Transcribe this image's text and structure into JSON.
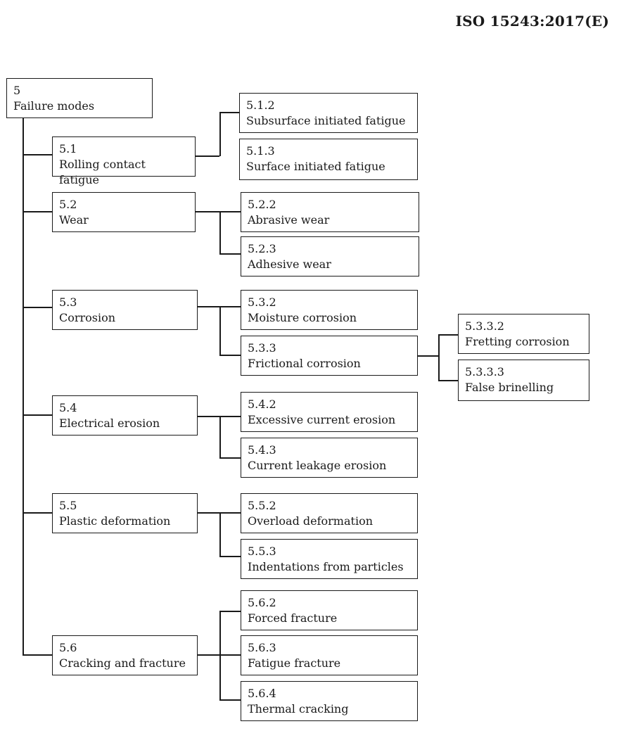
{
  "header": {
    "standard": "ISO 15243:2017(E)"
  },
  "tree": {
    "root": {
      "number": "5",
      "label": "Failure modes"
    },
    "children": [
      {
        "number": "5.1",
        "label": "Rolling contact fatigue",
        "children": [
          {
            "number": "5.1.2",
            "label": "Subsurface initiated fatigue"
          },
          {
            "number": "5.1.3",
            "label": "Surface initiated fatigue"
          }
        ]
      },
      {
        "number": "5.2",
        "label": "Wear",
        "children": [
          {
            "number": "5.2.2",
            "label": "Abrasive wear"
          },
          {
            "number": "5.2.3",
            "label": "Adhesive wear"
          }
        ]
      },
      {
        "number": "5.3",
        "label": "Corrosion",
        "children": [
          {
            "number": "5.3.2",
            "label": "Moisture corrosion"
          },
          {
            "number": "5.3.3",
            "label": "Frictional corrosion",
            "children": [
              {
                "number": "5.3.3.2",
                "label": "Fretting corrosion"
              },
              {
                "number": "5.3.3.3",
                "label": "False brinelling"
              }
            ]
          }
        ]
      },
      {
        "number": "5.4",
        "label": "Electrical erosion",
        "children": [
          {
            "number": "5.4.2",
            "label": "Excessive current erosion"
          },
          {
            "number": "5.4.3",
            "label": "Current leakage erosion"
          }
        ]
      },
      {
        "number": "5.5",
        "label": "Plastic deformation",
        "children": [
          {
            "number": "5.5.2",
            "label": "Overload deformation"
          },
          {
            "number": "5.5.3",
            "label": "Indentations from particles"
          }
        ]
      },
      {
        "number": "5.6",
        "label": "Cracking and fracture",
        "children": [
          {
            "number": "5.6.2",
            "label": "Forced fracture"
          },
          {
            "number": "5.6.3",
            "label": "Fatigue fracture"
          },
          {
            "number": "5.6.4",
            "label": "Thermal cracking"
          }
        ]
      }
    ]
  }
}
